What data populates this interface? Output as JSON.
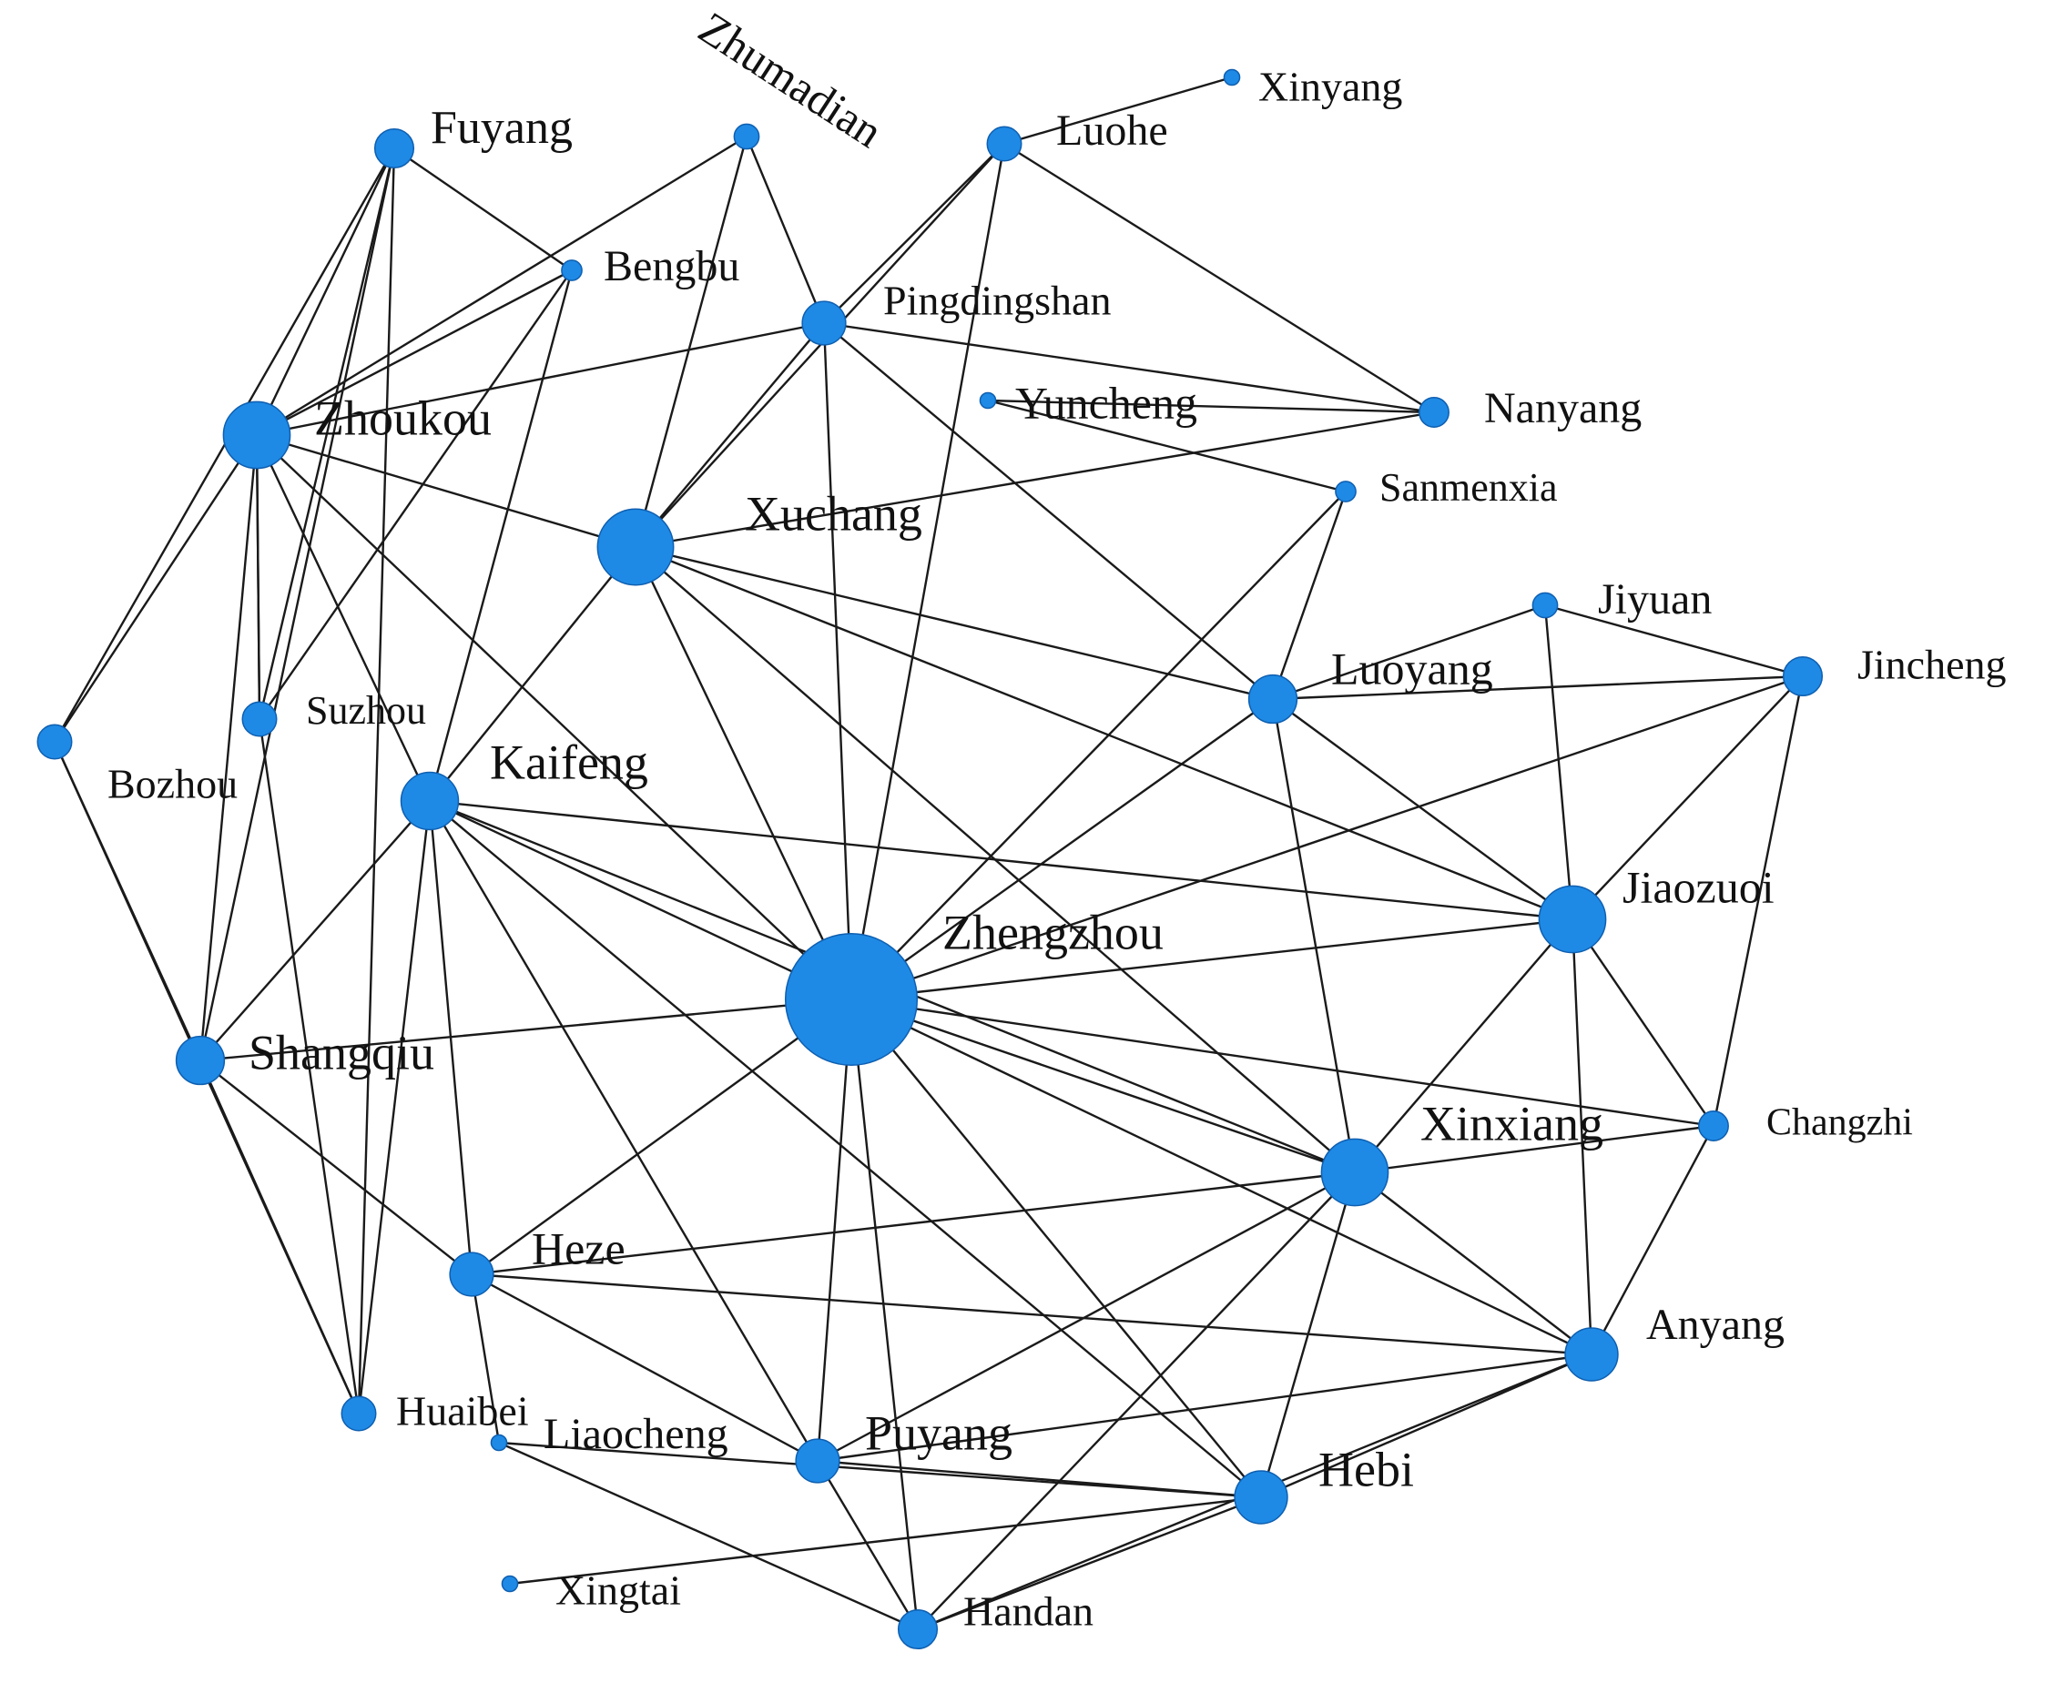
{
  "colors": {
    "node": "#1e8ae6",
    "edge": "#1a1a1a",
    "background": "#ffffff"
  },
  "nodes": [
    {
      "id": "zhengzhou",
      "label": "Zhengzhou",
      "degree": 26
    },
    {
      "id": "xuchang",
      "label": "Xuchang",
      "degree": 14
    },
    {
      "id": "zhoukou",
      "label": "Zhoukou",
      "degree": 12
    },
    {
      "id": "xinxiang",
      "label": "Xinxiang",
      "degree": 12
    },
    {
      "id": "jiaozuo",
      "label": "Jiaozuoi",
      "degree": 12
    },
    {
      "id": "kaifeng",
      "label": "Kaifeng",
      "degree": 10
    },
    {
      "id": "anyang",
      "label": "Anyang",
      "degree": 9
    },
    {
      "id": "hebi",
      "label": "Hebi",
      "degree": 9
    },
    {
      "id": "luoyang",
      "label": "Luoyang",
      "degree": 8
    },
    {
      "id": "shangqiu",
      "label": "Shangqiu",
      "degree": 8
    },
    {
      "id": "heze",
      "label": "Heze",
      "degree": 7
    },
    {
      "id": "puyang",
      "label": "Puyang",
      "degree": 7
    },
    {
      "id": "pingdingshan",
      "label": "Pingdingshan",
      "degree": 7
    },
    {
      "id": "fuyang",
      "label": "Fuyang",
      "degree": 6
    },
    {
      "id": "handan",
      "label": "Handan",
      "degree": 6
    },
    {
      "id": "jincheng",
      "label": "Jincheng",
      "degree": 6
    },
    {
      "id": "luohe",
      "label": "Luohe",
      "degree": 5
    },
    {
      "id": "huaibei",
      "label": "Huaibei",
      "degree": 5
    },
    {
      "id": "bozhou",
      "label": "Bozhou",
      "degree": 5
    },
    {
      "id": "suzhou",
      "label": "Suzhou",
      "degree": 5
    },
    {
      "id": "changzhi",
      "label": "Changzhi",
      "degree": 4
    },
    {
      "id": "nanyang",
      "label": "Nanyang",
      "degree": 4
    },
    {
      "id": "jiyuan",
      "label": "Jiyuan",
      "degree": 3
    },
    {
      "id": "zhumadian",
      "label": "Zhumadian",
      "degree": 3
    },
    {
      "id": "bengbu",
      "label": "Bengbu",
      "degree": 2
    },
    {
      "id": "sanmenxia",
      "label": "Sanmenxia",
      "degree": 2
    },
    {
      "id": "liaocheng",
      "label": "Liaocheng",
      "degree": 1
    },
    {
      "id": "xinyang",
      "label": "Xinyang",
      "degree": 1
    },
    {
      "id": "yuncheng",
      "label": "Yuncheng",
      "degree": 1
    },
    {
      "id": "xingtai",
      "label": "Xingtai",
      "degree": 1
    }
  ],
  "edges": [
    [
      "zhengzhou",
      "xuchang"
    ],
    [
      "zhengzhou",
      "kaifeng"
    ],
    [
      "zhengzhou",
      "xinxiang"
    ],
    [
      "zhengzhou",
      "jiaozuo"
    ],
    [
      "zhengzhou",
      "luoyang"
    ],
    [
      "zhengzhou",
      "anyang"
    ],
    [
      "zhengzhou",
      "hebi"
    ],
    [
      "zhengzhou",
      "puyang"
    ],
    [
      "zhengzhou",
      "shangqiu"
    ],
    [
      "zhengzhou",
      "heze"
    ],
    [
      "zhengzhou",
      "pingdingshan"
    ],
    [
      "zhengzhou",
      "luohe"
    ],
    [
      "zhengzhou",
      "sanmenxia"
    ],
    [
      "zhengzhou",
      "jincheng"
    ],
    [
      "zhengzhou",
      "zhoukou"
    ],
    [
      "zhengzhou",
      "handan"
    ],
    [
      "zhengzhou",
      "changzhi"
    ],
    [
      "xuchang",
      "pingdingshan"
    ],
    [
      "xuchang",
      "zhoukou"
    ],
    [
      "xuchang",
      "luoyang"
    ],
    [
      "xuchang",
      "jiaozuo"
    ],
    [
      "xuchang",
      "xinxiang"
    ],
    [
      "xuchang",
      "kaifeng"
    ],
    [
      "xuchang",
      "nanyang"
    ],
    [
      "xuchang",
      "zhumadian"
    ],
    [
      "xuchang",
      "luohe"
    ],
    [
      "zhoukou",
      "fuyang"
    ],
    [
      "zhoukou",
      "bengbu"
    ],
    [
      "zhoukou",
      "suzhou"
    ],
    [
      "zhoukou",
      "bozhou"
    ],
    [
      "zhoukou",
      "shangqiu"
    ],
    [
      "zhoukou",
      "kaifeng"
    ],
    [
      "zhoukou",
      "zhumadian"
    ],
    [
      "zhoukou",
      "pingdingshan"
    ],
    [
      "fuyang",
      "bengbu"
    ],
    [
      "fuyang",
      "suzhou"
    ],
    [
      "fuyang",
      "bozhou"
    ],
    [
      "fuyang",
      "shangqiu"
    ],
    [
      "fuyang",
      "huaibei"
    ],
    [
      "suzhou",
      "bengbu"
    ],
    [
      "suzhou",
      "huaibei"
    ],
    [
      "suzhou",
      "zhoukou"
    ],
    [
      "bozhou",
      "shangqiu"
    ],
    [
      "bozhou",
      "huaibei"
    ],
    [
      "shangqiu",
      "kaifeng"
    ],
    [
      "shangqiu",
      "huaibei"
    ],
    [
      "shangqiu",
      "heze"
    ],
    [
      "kaifeng",
      "huaibei"
    ],
    [
      "kaifeng",
      "heze"
    ],
    [
      "kaifeng",
      "puyang"
    ],
    [
      "kaifeng",
      "hebi"
    ],
    [
      "kaifeng",
      "jiaozuo"
    ],
    [
      "kaifeng",
      "xinxiang"
    ],
    [
      "kaifeng",
      "bengbu"
    ],
    [
      "heze",
      "xinxiang"
    ],
    [
      "heze",
      "anyang"
    ],
    [
      "heze",
      "puyang"
    ],
    [
      "heze",
      "liaocheng"
    ],
    [
      "puyang",
      "hebi"
    ],
    [
      "puyang",
      "anyang"
    ],
    [
      "puyang",
      "handan"
    ],
    [
      "puyang",
      "xinxiang"
    ],
    [
      "hebi",
      "anyang"
    ],
    [
      "hebi",
      "xinxiang"
    ],
    [
      "hebi",
      "handan"
    ],
    [
      "hebi",
      "liaocheng"
    ],
    [
      "hebi",
      "xingtai"
    ],
    [
      "handan",
      "anyang"
    ],
    [
      "handan",
      "xinxiang"
    ],
    [
      "handan",
      "liaocheng"
    ],
    [
      "xinxiang",
      "jiaozuo"
    ],
    [
      "xinxiang",
      "luoyang"
    ],
    [
      "xinxiang",
      "anyang"
    ],
    [
      "xinxiang",
      "changzhi"
    ],
    [
      "jiaozuo",
      "jiyuan"
    ],
    [
      "jiaozuo",
      "jincheng"
    ],
    [
      "jiaozuo",
      "changzhi"
    ],
    [
      "jiaozuo",
      "anyang"
    ],
    [
      "jiaozuo",
      "luoyang"
    ],
    [
      "luoyang",
      "jincheng"
    ],
    [
      "luoyang",
      "jiyuan"
    ],
    [
      "luoyang",
      "sanmenxia"
    ],
    [
      "luoyang",
      "pingdingshan"
    ],
    [
      "jincheng",
      "changzhi"
    ],
    [
      "jincheng",
      "jiyuan"
    ],
    [
      "changzhi",
      "anyang"
    ],
    [
      "nanyang",
      "luohe"
    ],
    [
      "nanyang",
      "pingdingshan"
    ],
    [
      "nanyang",
      "yuncheng"
    ],
    [
      "sanmenxia",
      "yuncheng"
    ],
    [
      "luohe",
      "xinyang"
    ],
    [
      "pingdingshan",
      "luohe"
    ],
    [
      "pingdingshan",
      "zhumadian"
    ]
  ]
}
